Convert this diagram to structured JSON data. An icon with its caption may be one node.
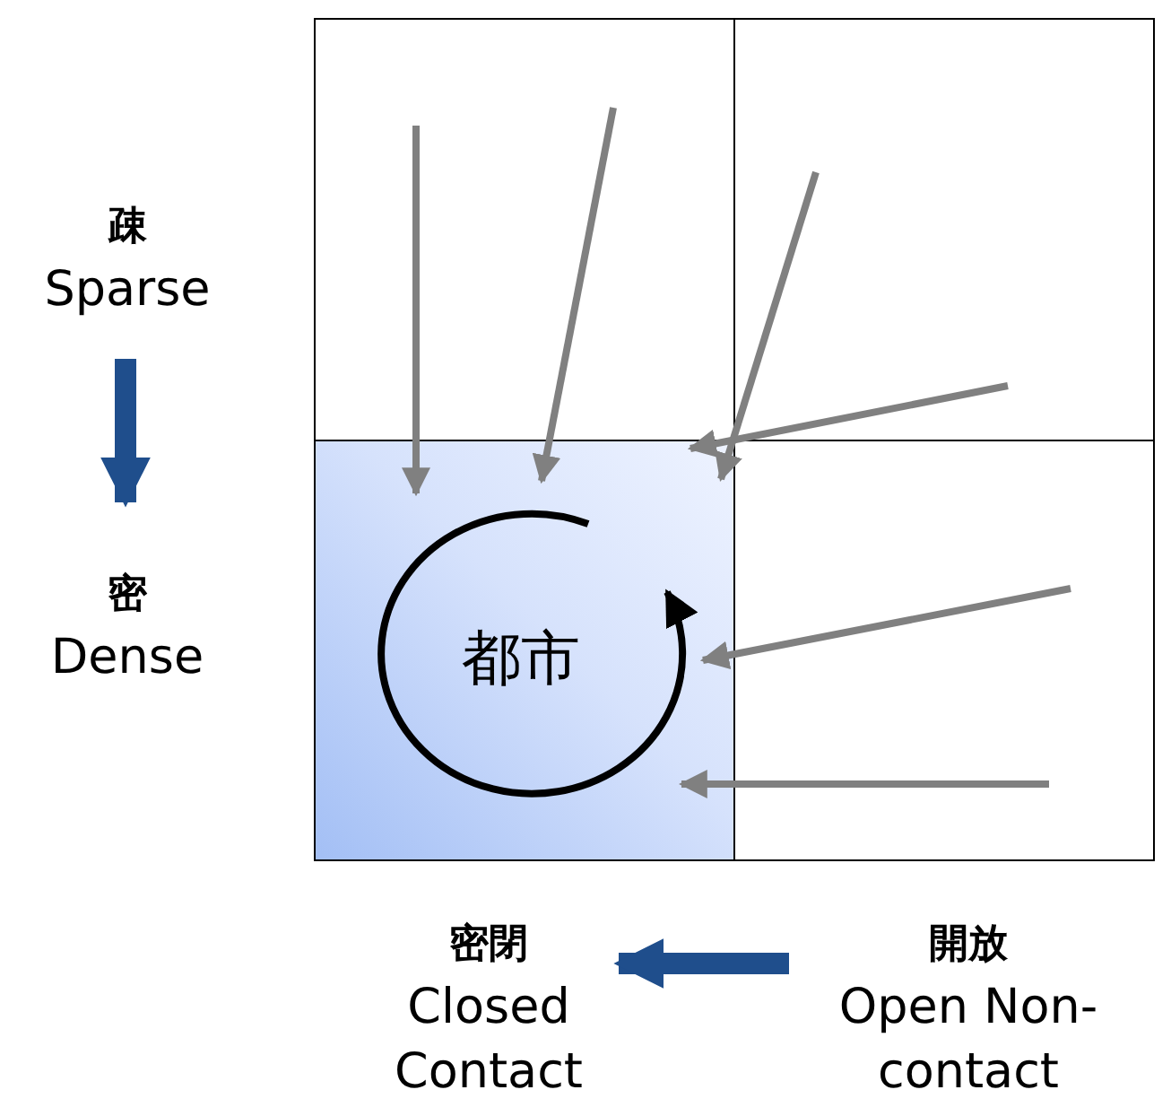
{
  "diagram": {
    "nodes": [
      {
        "text": [],
        "shape": "box"
      },
      {
        "text": [],
        "shape": "box"
      },
      {
        "text": [
          "都市"
        ]
      },
      {
        "text": [],
        "shape": "box"
      },
      {
        "text": [
          "疎",
          "Sparse"
        ]
      },
      {
        "text": [
          "密",
          "Dense"
        ]
      },
      {
        "text": [
          "密閉",
          "Closed Contact"
        ]
      },
      {
        "text": [
          "開放",
          "Open Non-contact"
        ]
      }
    ],
    "edges": [
      {
        "from": 0,
        "to": 2,
        "arrow": "to"
      },
      {
        "from": 0,
        "to": 2,
        "arrow": "to"
      },
      {
        "from": 1,
        "to": 2,
        "arrow": "to"
      },
      {
        "from": 1,
        "to": 2,
        "arrow": "to"
      },
      {
        "from": 3,
        "to": 2,
        "arrow": "to"
      },
      {
        "from": 3,
        "to": 2,
        "arrow": "to"
      },
      {
        "from": 4,
        "to": 5,
        "arrow": "to",
        "style": "thick",
        "color": "#1f4e8c"
      },
      {
        "from": 7,
        "to": 6,
        "arrow": "to",
        "style": "thick",
        "color": "#1f4e8c"
      }
    ]
  }
}
